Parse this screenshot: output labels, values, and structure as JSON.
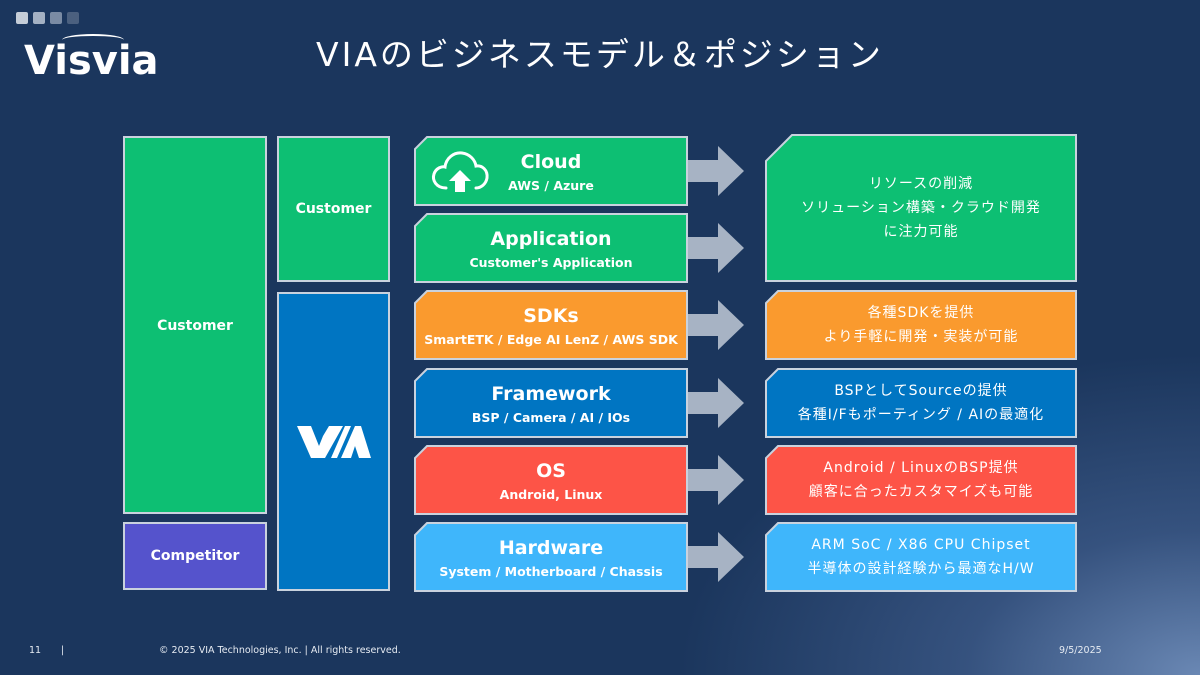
{
  "brand": {
    "logo_text": "Visvia",
    "dots": [
      "#c5cdd8",
      "#a4b1c3",
      "#7a8ba4",
      "#4b607f"
    ]
  },
  "title": "VIAのビジネスモデル＆ポジション",
  "left_column": {
    "customer_large": {
      "label": "Customer",
      "color": "#0dbf73"
    },
    "competitor": {
      "label": "Competitor",
      "color": "#5553cc"
    },
    "customer_small": {
      "label": "Customer",
      "color": "#0dbf73"
    },
    "via": {
      "logo_text": "VIA",
      "color": "#0075c2"
    }
  },
  "layers": [
    {
      "id": "cloud",
      "name": "Cloud",
      "sub": "AWS / Azure",
      "color": "#0dbf73",
      "icon": "cloud-upload-icon"
    },
    {
      "id": "application",
      "name": "Application",
      "sub": "Customer's Application",
      "color": "#0dbf73"
    },
    {
      "id": "sdks",
      "name": "SDKs",
      "sub": "SmartETK / Edge AI LenZ / AWS SDK",
      "color": "#fa9a2e"
    },
    {
      "id": "framework",
      "name": "Framework",
      "sub": "BSP / Camera / AI / IOs",
      "color": "#0075c2"
    },
    {
      "id": "os",
      "name": "OS",
      "sub": "Android, Linux",
      "color": "#fd5447"
    },
    {
      "id": "hardware",
      "name": "Hardware",
      "sub": "System / Motherboard / Chassis",
      "color": "#3fb6fb"
    }
  ],
  "descriptions": [
    {
      "id": "customer",
      "lines": [
        "リソースの削減",
        "ソリューション構築・クラウド開発",
        "に注力可能"
      ],
      "color": "#0dbf73"
    },
    {
      "id": "sdks",
      "lines": [
        "各種SDKを提供",
        "より手軽に開発・実装が可能"
      ],
      "color": "#fa9a2e"
    },
    {
      "id": "framework",
      "lines": [
        "BSPとしてSourceの提供",
        "各種I/Fもポーティング / AIの最適化"
      ],
      "color": "#0075c2"
    },
    {
      "id": "os",
      "lines": [
        "Android / LinuxのBSP提供",
        "顧客に合ったカスタマイズも可能"
      ],
      "color": "#fd5447"
    },
    {
      "id": "hardware",
      "lines": [
        "ARM SoC / X86 CPU Chipset",
        "半導体の設計経験から最適なH/W"
      ],
      "color": "#3fb6fb"
    }
  ],
  "arrow_color": "#a7b3c4",
  "border_color": "#c9d2de",
  "footer": {
    "page_number": "11",
    "separator": "|",
    "copyright": "© 2025 VIA Technologies, Inc.  |  All rights reserved.",
    "date": "9/5/2025"
  }
}
